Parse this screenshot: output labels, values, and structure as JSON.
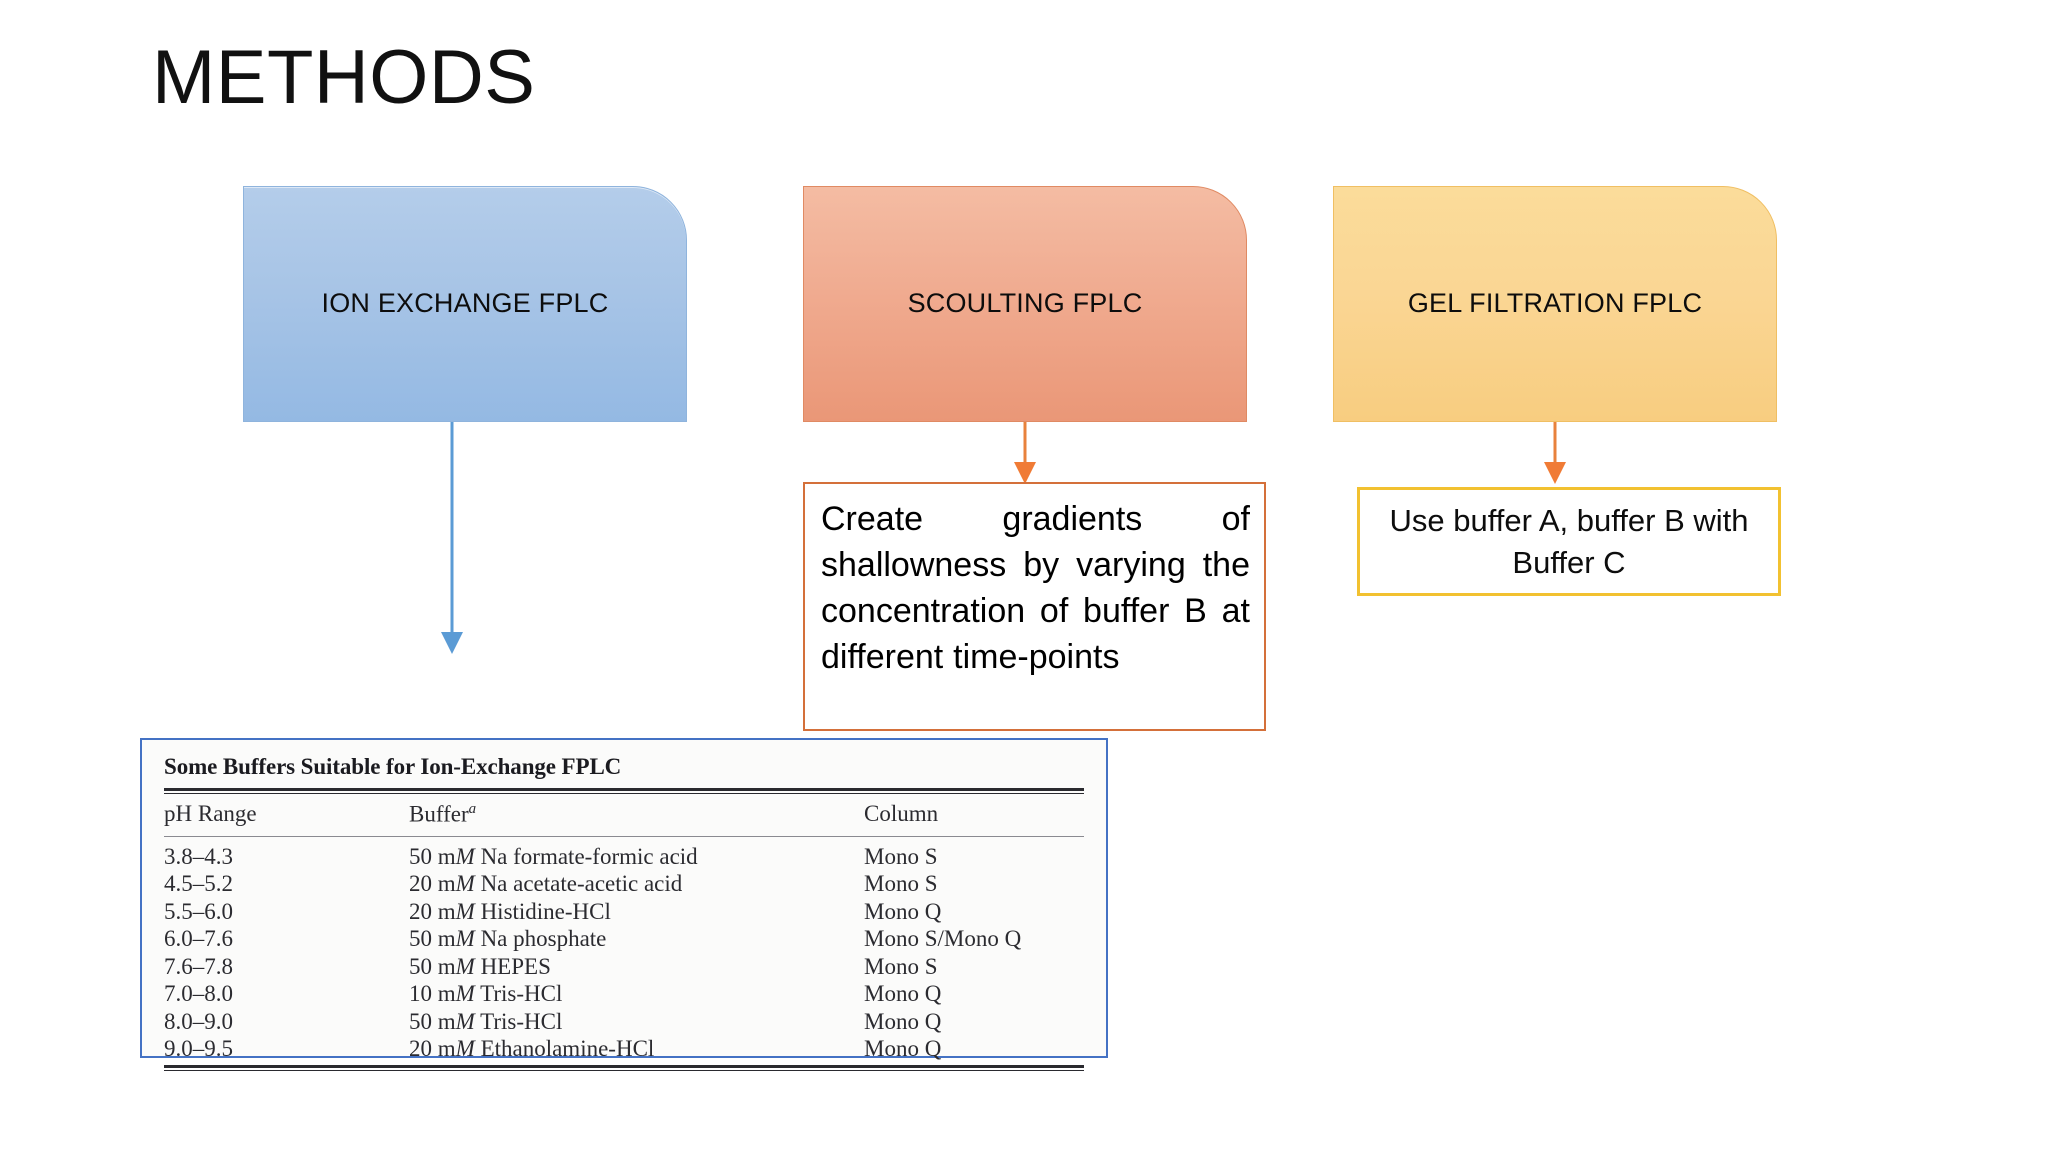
{
  "slide": {
    "title": "METHODS"
  },
  "process_boxes": [
    {
      "id": "ion-exchange",
      "label": "ION EXCHANGE FPLC",
      "color": "#a7c4e6"
    },
    {
      "id": "scoulting",
      "label": "SCOULTING FPLC",
      "color": "#f0ab90"
    },
    {
      "id": "gel-filtration",
      "label": "GEL FILTRATION FPLC",
      "color": "#fad694"
    }
  ],
  "callouts": {
    "scoulting": {
      "text": "Create gradients of shallowness by varying the concentration of buffer B at different time-points",
      "border_color": "#d4703a"
    },
    "gel": {
      "text": "Use buffer A, buffer B with Buffer C",
      "border_color": "#f2c130"
    }
  },
  "arrows": [
    {
      "id": "ion-exchange-arrow",
      "color": "#5b9bd5"
    },
    {
      "id": "scoulting-arrow",
      "color": "#e8823c"
    },
    {
      "id": "gel-filtration-arrow",
      "color": "#e8823c"
    }
  ],
  "buffer_table": {
    "title": "Some Buffers Suitable for Ion-Exchange FPLC",
    "headers": [
      "pH Range",
      "Buffer",
      "Column"
    ],
    "header_superscript": "a",
    "border_color": "#4472c4",
    "rows": [
      {
        "ph": "3.8–4.3",
        "conc": "50 m",
        "unit": "M",
        "buffer": " Na formate-formic acid",
        "column": "Mono S"
      },
      {
        "ph": "4.5–5.2",
        "conc": "20 m",
        "unit": "M",
        "buffer": " Na acetate-acetic acid",
        "column": "Mono S"
      },
      {
        "ph": "5.5–6.0",
        "conc": "20 m",
        "unit": "M",
        "buffer": " Histidine-HCl",
        "column": "Mono Q"
      },
      {
        "ph": "6.0–7.6",
        "conc": "50 m",
        "unit": "M",
        "buffer": " Na phosphate",
        "column": "Mono S/Mono Q"
      },
      {
        "ph": "7.6–7.8",
        "conc": "50 m",
        "unit": "M",
        "buffer": " HEPES",
        "column": "Mono S"
      },
      {
        "ph": "7.0–8.0",
        "conc": "10 m",
        "unit": "M",
        "buffer": " Tris-HCl",
        "column": "Mono Q"
      },
      {
        "ph": "8.0–9.0",
        "conc": "50 m",
        "unit": "M",
        "buffer": " Tris-HCl",
        "column": "Mono Q"
      },
      {
        "ph": "9.0–9.5",
        "conc": "20 m",
        "unit": "M",
        "buffer": " Ethanolamine-HCl",
        "column": "Mono Q"
      }
    ]
  }
}
